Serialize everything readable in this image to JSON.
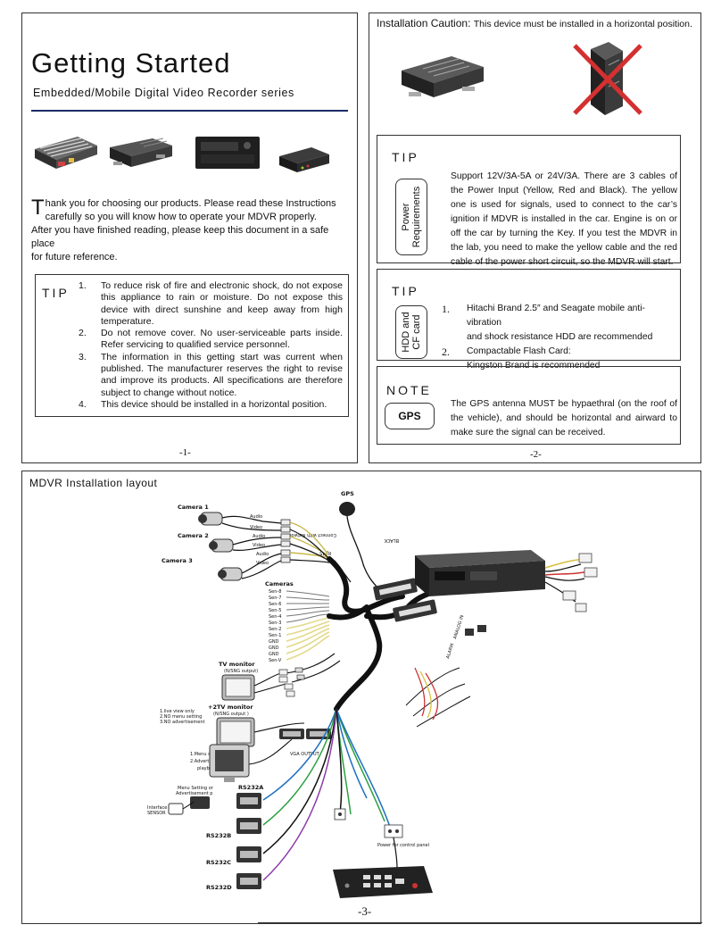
{
  "page1": {
    "title": "Getting Started",
    "subtitle": "Embedded/Mobile Digital Video Recorder series",
    "intro_dropcap": "T",
    "intro_line1": "hank you for choosing our products. Please read these Instructions",
    "intro_line2": "carefully so you will know how to operate your MDVR properly.",
    "intro_line3": "After you have finished reading, please keep this document in a safe place",
    "intro_line4": "for future reference.",
    "tip_label": "TIP",
    "tips": [
      {
        "num": "1.",
        "text": "To reduce risk of fire and electronic shock, do not expose this appliance to rain or moisture. Do not expose this device with direct sunshine and keep away from high temperature."
      },
      {
        "num": "2.",
        "text": "Do not remove cover. No user-serviceable parts inside. Refer servicing to qualified service personnel."
      },
      {
        "num": "3.",
        "text": "The information in this getting start was current when published. The manufacturer reserves the right to revise and improve its products. All specifications are therefore subject to change without notice."
      },
      {
        "num": "4.",
        "text": "This device should be installed in a horizontal position."
      }
    ],
    "page_number": "-1-"
  },
  "page2": {
    "caution_label": "Installation Caution:",
    "caution_text": "This device must be installed in a horizontal position.",
    "tip1_label": "TIP",
    "tip1_badge": "Power Requirements",
    "tip1_text": "Support 12V/3A-5A or 24V/3A. There are 3 cables of the Power Input (Yellow, Red and Black). The yellow one is used for signals, used to connect to the car’s ignition if MDVR is installed in the car. Engine is on or off the car by turning the Key. If you test the MDVR in the lab, you need to make the yellow cable and the red cable of the power short circuit, so the MDVR will start.",
    "tip2_label": "TIP",
    "tip2_badge": "HDD and CF card",
    "tip2_items": [
      {
        "num": "1.",
        "text": "Hitachi Brand 2.5″ and Seagate mobile anti-vibration"
      },
      {
        "num": "",
        "text": "and shock resistance HDD are recommended"
      },
      {
        "num": "2.",
        "text": "Compactable Flash Card:"
      },
      {
        "num": "",
        "text": "Kingston Brand is recommended"
      }
    ],
    "note_label": "NOTE",
    "note_badge": "GPS",
    "note_text": "The GPS antenna MUST be hypaethral (on the roof of the vehicle), and should be horizontal and airward to make sure the signal can be received.",
    "page_number": "-2-"
  },
  "page3": {
    "title": "MDVR Installation layout",
    "page_number": "-3-",
    "diagram": {
      "gps": "GPS",
      "camera1": "Camera 1",
      "camera2": "Camera 2",
      "camera3": "Camera 3",
      "cable_tags": [
        "Audio",
        "Video",
        "Audio",
        "Video",
        "Audio",
        "Video"
      ],
      "network": "Connect with Network",
      "rj45": "RJ 45",
      "black": "BLACK",
      "cameras": "Cameras",
      "sensor_tags": [
        "Sen-8",
        "Sen-7",
        "Sen-6",
        "Sen-5",
        "Sen-4",
        "Sen-3",
        "Sen-2",
        "Sen-1",
        "GND",
        "GND",
        "GND",
        "Sen-V"
      ],
      "tv_monitor": "TV monitor",
      "tv_monitor_sub": "(N/SNG output)",
      "tv_monitor2": "+2TV monitor",
      "tv_monitor2_sub": "(N/SNG output )",
      "live_lines": [
        "1.live view only",
        "2.NO menu setting",
        "3.NO advertisement"
      ],
      "vga_output": "VGA OUTPUT",
      "menu_lines": [
        "1.Menu setting",
        "2.Advertisement",
        "playback"
      ],
      "menu_setting_lines": [
        "Menu Setting or",
        "Advertisement p"
      ],
      "interface": "Interface",
      "sensor": "SENSOR",
      "rs232a": "RS232A",
      "rs232b": "RS232B",
      "rs232c": "RS232C",
      "rs232d": "RS232D",
      "power_panel": "Power for control panel"
    }
  }
}
